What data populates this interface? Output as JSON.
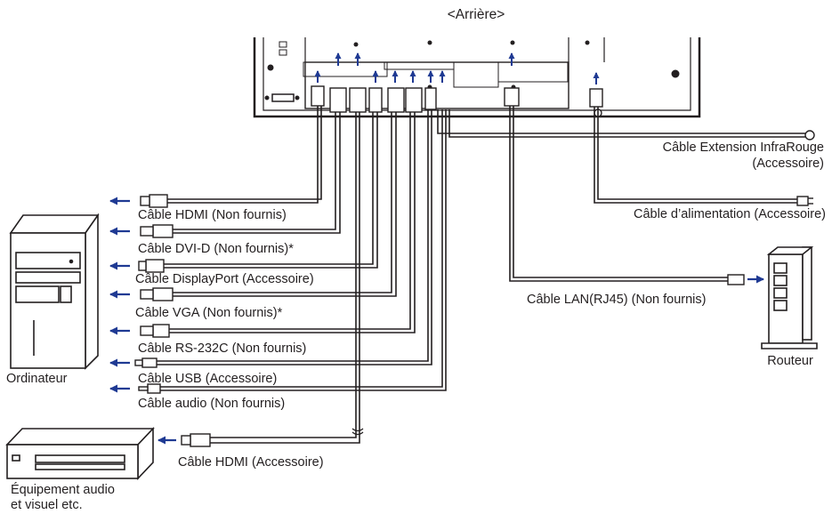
{
  "header": {
    "title": "<Arrière>"
  },
  "colors": {
    "arrow": "#1f3a93",
    "line": "#231f20",
    "panel": "#2b2b2b"
  },
  "cables": {
    "hdmi_pc": "Câble HDMI (Non fournis)",
    "dvi": "Câble DVI-D (Non fournis)*",
    "displayport": "Câble DisplayPort (Accessoire)",
    "vga": "Câble VGA (Non fournis)*",
    "rs232c": "Câble RS-232C (Non fournis)",
    "usb": "Câble USB (Accessoire)",
    "audio": "Câble audio (Non fournis)",
    "hdmi_av": "Câble HDMI (Accessoire)",
    "ir_line1": "Câble Extension InfraRouge",
    "ir_line2": "(Accessoire)",
    "power": "Câble d’alimentation (Accessoire)",
    "lan": "Câble LAN(RJ45) (Non fournis)"
  },
  "devices": {
    "computer": "Ordinateur",
    "router": "Routeur",
    "av_line1": "Équipement audio",
    "av_line2": "et visuel etc."
  }
}
